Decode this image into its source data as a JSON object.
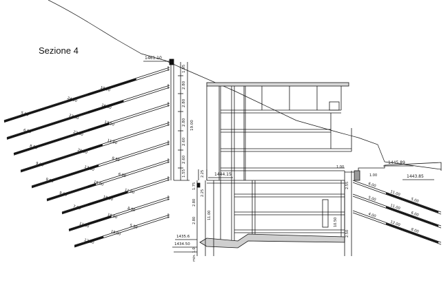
{
  "title": "Sezione 4",
  "elevations": {
    "top": "1461.10",
    "mid": "1444.15",
    "right_top": "1445.89",
    "right_low": "1443.85",
    "bottom_a": "1435.6",
    "bottom_b": "1434.50"
  },
  "left_anchors": [
    {
      "total": "24.80",
      "bonded": "19.00",
      "free": "5.00"
    },
    {
      "total": "23.00",
      "bonded": "16.50",
      "free": "6.50"
    },
    {
      "total": "22.00",
      "bonded": "13.50",
      "free": "8.50"
    },
    {
      "total": "20.00",
      "bonded": "11.00",
      "free": "9.00"
    },
    {
      "total": "17.50",
      "bonded": "8.50",
      "free": "9.00"
    },
    {
      "total": "15.00",
      "bonded": "6.00",
      "free": "9.00"
    },
    {
      "total": "18.00",
      "bonded": "11.00",
      "free": "7.00"
    },
    {
      "total": "19.00",
      "bonded": "8.50",
      "free": "11.00"
    },
    {
      "total": "18.00",
      "bonded": "5.50",
      "free": "12.50"
    }
  ],
  "right_anchors": [
    {
      "a": "6.00",
      "b": "11.00",
      "c": "5.00"
    },
    {
      "a": "5.00",
      "b": "11.00",
      "c": "6.00"
    },
    {
      "a": "4.00",
      "b": "12.00",
      "c": "8.00"
    }
  ],
  "wall_dims": [
    "1.95",
    "2.80",
    "2.80",
    "2.80",
    "2.60",
    "2.60",
    "1.55",
    "19.00"
  ],
  "lower_dims": [
    "1.75",
    "2.80",
    "2.80",
    "11.00",
    "2.25",
    "min. 1.0"
  ],
  "right_dims": [
    "1.00",
    "1.00",
    "10.50",
    "2.55",
    "2.50"
  ],
  "small_dims": [
    "2.25",
    "1.75"
  ]
}
